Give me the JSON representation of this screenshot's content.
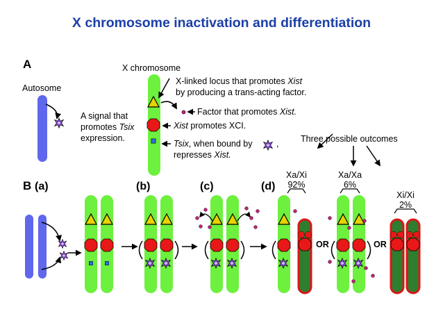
{
  "title": "X chromosome inactivation and differentiation",
  "panel_a": {
    "label": "A",
    "autosome": "Autosome",
    "x_chromosome": "X chromosome",
    "signal_1": "A signal that",
    "signal_2a": "promotes ",
    "signal_2b": "Tsix",
    "signal_3": "expression.",
    "locus_1a": "X-linked locus that promotes ",
    "locus_1b": "Xist",
    "locus_2": "by producing a trans-acting factor.",
    "factor_a": "Factor that promotes ",
    "factor_b": "Xist.",
    "xist_a": "Xist",
    "xist_b": " promotes XCI.",
    "tsix_a": "Tsix",
    "tsix_b": ", when bound by",
    "tsix_c": ",",
    "tsix_2a": "represses ",
    "tsix_2b": "Xist.",
    "outcomes": "Three possible outcomes"
  },
  "panel_b": {
    "label_b": "B",
    "label_a": "(a)",
    "label_bb": "(b)",
    "label_c": "(c)",
    "label_d": "(d)",
    "outcome_1_name": "Xa/Xi",
    "outcome_1_pct": "92%",
    "outcome_2_name": "Xa/Xa",
    "outcome_2_pct": "6%",
    "outcome_3_name": "Xi/Xi",
    "outcome_3_pct": "2%",
    "or_1": "OR",
    "or_2": "OR"
  },
  "colors": {
    "title": "#1c3fa6",
    "x_chromosome": "#6ef03e",
    "autosome": "#5f68ec",
    "inactive_x": "#2f7d2f",
    "inactive_outline": "#d81818",
    "xist": "#e81818",
    "locus": "#e8d200",
    "tsix": "#2f6fd6",
    "factor": "#c8207a",
    "signal": "#8a4fd0"
  }
}
